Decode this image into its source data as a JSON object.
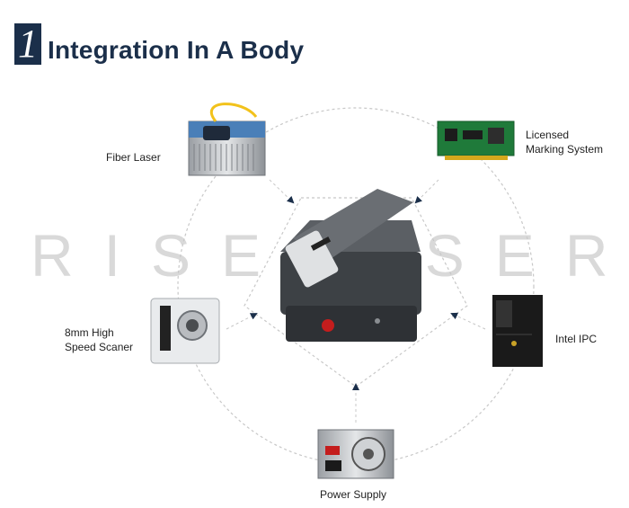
{
  "header": {
    "number": "1",
    "title": "Integration In A Body"
  },
  "watermark": "RISELASER",
  "components": {
    "fiber_laser": "Fiber Laser",
    "marking_system_line1": "Licensed",
    "marking_system_line2": "Marking System",
    "scanner_line1": "8mm High",
    "scanner_line2": "Speed Scaner",
    "ipc": "Intel IPC",
    "power_supply": "Power Supply"
  },
  "colors": {
    "accent": "#1b2f4a",
    "arrow": "#1b2f4a",
    "circle": "#c8c8c8"
  }
}
